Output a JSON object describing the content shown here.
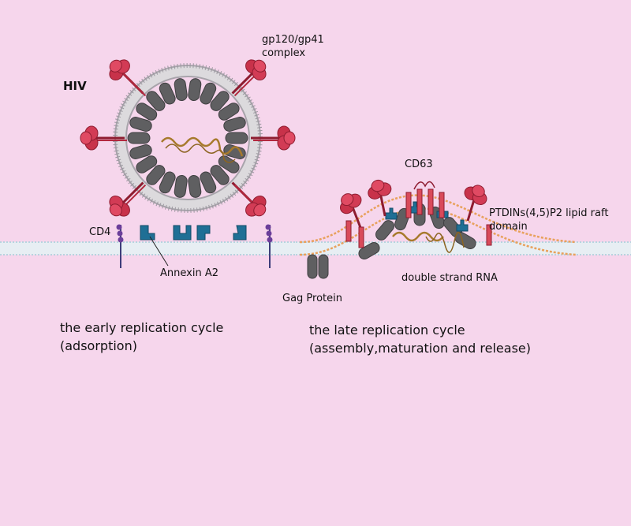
{
  "colors": {
    "background": "#f6d6ec",
    "envelope": "#b8b4bb",
    "capsid": "#5f5f61",
    "gp120": "#c8324a",
    "annexin": "#1f6f95",
    "cd4": "#6b3e9a",
    "rna": "#a77a2c",
    "raft": "#e8a15c",
    "membrane": "#cfe6f0"
  },
  "icons": [
    "hiv-virion",
    "gp120-gp41-complex",
    "cd4-receptor",
    "annexin-a2",
    "gag-protein",
    "cd63",
    "rna-strand",
    "lipid-raft"
  ],
  "labels": {
    "hiv": "HIV",
    "gp120_line1": "gp120/gp41",
    "gp120_line2": "complex",
    "cd4": "CD4",
    "annexin": "Annexin A2",
    "gag": "Gag Protein",
    "cd63": "CD63",
    "raft_line1": "PTDINs(4,5)P2 lipid raft",
    "raft_line2": "domain",
    "dsrna": "double strand RNA"
  },
  "captions": {
    "early_line1": "the early replication cycle",
    "early_line2": "(adsorption)",
    "late_line1": "the late replication cycle",
    "late_line2": "(assembly,maturation and release)"
  }
}
